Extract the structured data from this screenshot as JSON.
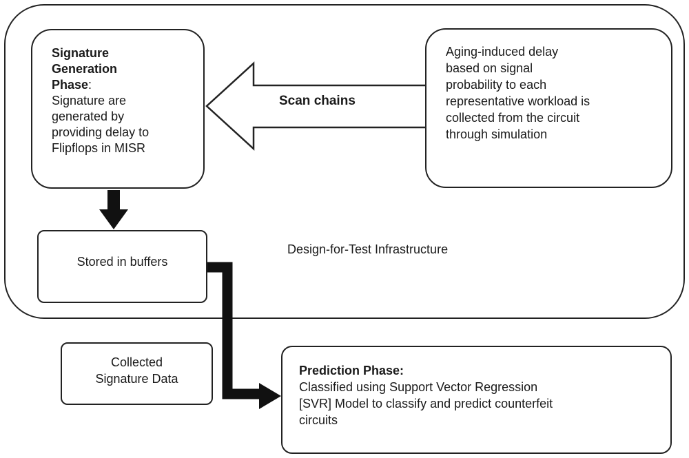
{
  "container": {
    "label": "Design-for-Test Infrastructure"
  },
  "signature_box": {
    "title_lines": [
      "Signature",
      "Generation",
      "Phase"
    ],
    "title_suffix": ":",
    "body_lines": [
      "Signature are",
      "generated by",
      "providing delay to",
      "Flipflops in MISR"
    ]
  },
  "aging_box": {
    "lines": [
      "Aging-induced delay",
      "based on signal",
      "probability to each",
      "representative workload is",
      "collected from the circuit",
      "through simulation"
    ]
  },
  "scan_arrow": {
    "label": "Scan chains"
  },
  "buffers_box": {
    "label": "Stored in buffers"
  },
  "collected_box": {
    "lines": [
      "Collected",
      "Signature Data"
    ]
  },
  "prediction_box": {
    "title": "Prediction Phase:",
    "body_lines": [
      "Classified using Support Vector Regression",
      "[SVR] Model to classify and predict counterfeit",
      "circuits"
    ]
  }
}
